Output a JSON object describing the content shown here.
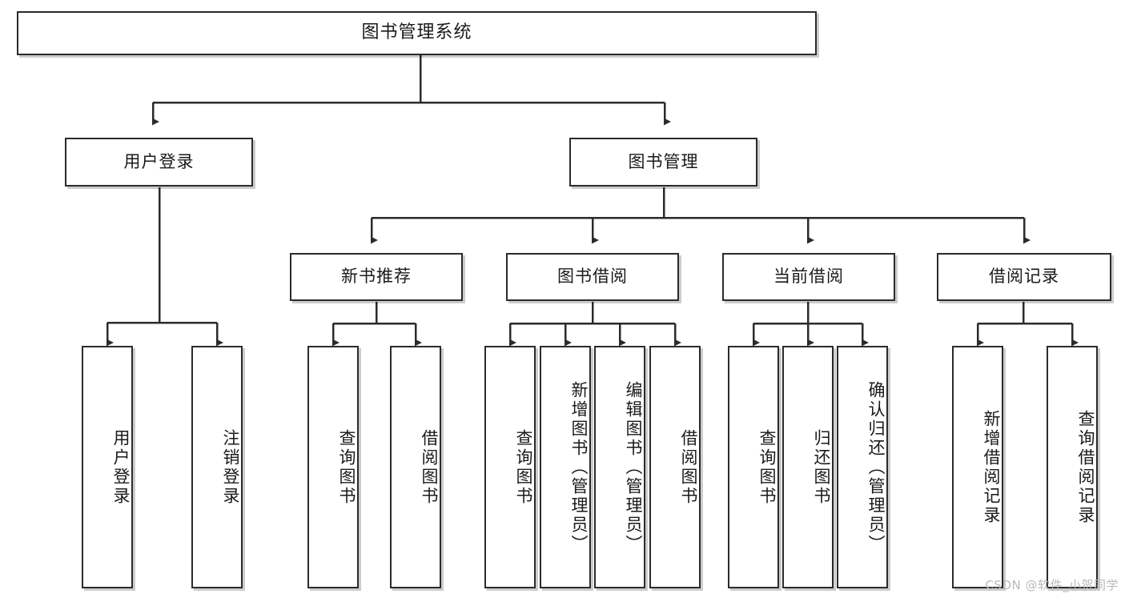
{
  "diagram": {
    "title": "图书管理系统",
    "type": "tree",
    "watermark": "CSDN @软件_小贺同学",
    "colors": {
      "box_border": "#2b2b2b",
      "box_fill": "#ffffff",
      "connector": "#2b2b2b",
      "background": "#ffffff",
      "watermark": "#b9b9b9"
    },
    "levels": {
      "level1": [
        "图书管理系统"
      ],
      "level2": [
        "用户登录",
        "图书管理"
      ],
      "level3": [
        "新书推荐",
        "图书借阅",
        "当前借阅",
        "借阅记录"
      ],
      "level4": [
        "用户登录",
        "注销登录",
        "查询图书",
        "借阅图书",
        "查询图书",
        "新增图书（管理员）",
        "编辑图书（管理员）",
        "借阅图书",
        "查询图书",
        "归还图书",
        "确认归还（管理员）",
        "新增借阅记录",
        "查询借阅记录"
      ]
    },
    "nodes": {
      "root": {
        "label": "图书管理系统"
      },
      "user_login": {
        "label": "用户登录"
      },
      "book_manage": {
        "label": "图书管理"
      },
      "new_book_rec": {
        "label": "新书推荐"
      },
      "book_borrow": {
        "label": "图书借阅"
      },
      "current_borrow": {
        "label": "当前借阅"
      },
      "borrow_record": {
        "label": "借阅记录"
      },
      "leaf_user_login": {
        "label": "用户登录"
      },
      "leaf_logout": {
        "label": "注销登录"
      },
      "leaf_query_book_1": {
        "label": "查询图书"
      },
      "leaf_borrow_book_1": {
        "label": "借阅图书"
      },
      "leaf_query_book_2": {
        "label": "查询图书"
      },
      "leaf_add_book": {
        "label": "新增图书（管理员）"
      },
      "leaf_edit_book": {
        "label": "编辑图书（管理员）"
      },
      "leaf_borrow_book_2": {
        "label": "借阅图书"
      },
      "leaf_query_book_3": {
        "label": "查询图书"
      },
      "leaf_return_book": {
        "label": "归还图书"
      },
      "leaf_confirm_return": {
        "label": "确认归还（管理员）"
      },
      "leaf_add_record": {
        "label": "新增借阅记录"
      },
      "leaf_query_record": {
        "label": "查询借阅记录"
      }
    }
  }
}
